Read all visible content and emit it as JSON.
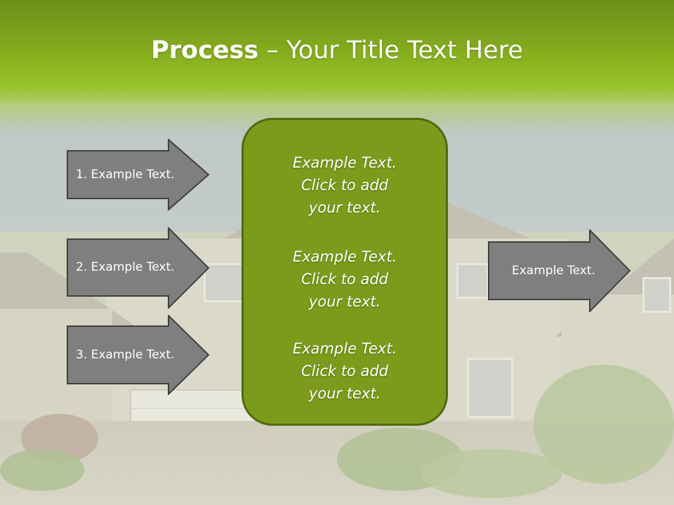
{
  "title": {
    "bold": "Process",
    "rest": " – Your Title Text Here"
  },
  "left_arrows": [
    {
      "label": "1. Example Text."
    },
    {
      "label": "2. Example Text."
    },
    {
      "label": "3. Example Text."
    }
  ],
  "center_box": {
    "blocks": [
      {
        "line1": "Example Text.",
        "line2": "Click  to add",
        "line3": "your text."
      },
      {
        "line1": "Example Text.",
        "line2": "Click  to add",
        "line3": "your text."
      },
      {
        "line1": "Example Text.",
        "line2": "Click  to add",
        "line3": "your text."
      }
    ]
  },
  "right_arrow": {
    "label": "Example Text."
  },
  "colors": {
    "header_green": "#89b21e",
    "center_box_fill": "#7b9c1a",
    "center_box_border": "#4f6a10",
    "arrow_fill": "#7f7f7f",
    "arrow_border": "#404040"
  }
}
